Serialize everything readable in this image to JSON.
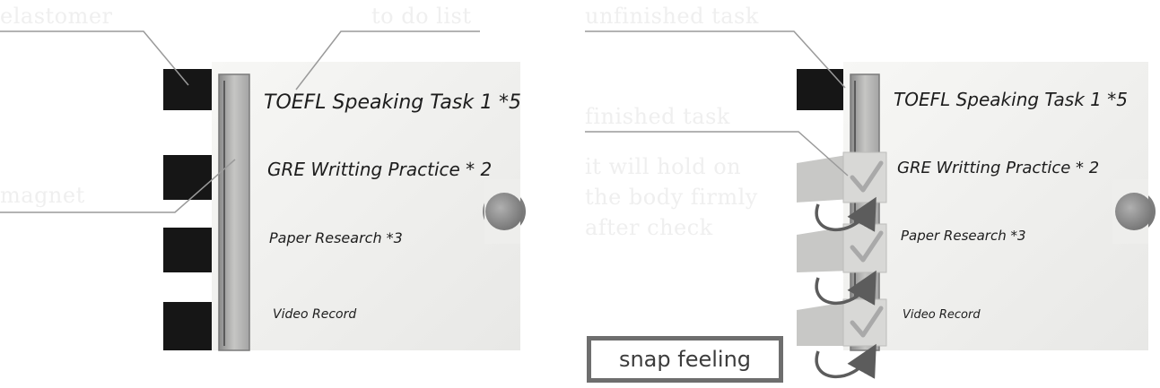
{
  "left_panel": {
    "callouts": {
      "top_left": "elastomer",
      "top_right": "to do list",
      "middle_left": "magnet"
    },
    "tasks": [
      "TOEFL Speaking Task 1 *5",
      "GRE Writting Practice * 2",
      "Paper Research *3",
      "Video Record"
    ]
  },
  "right_panel": {
    "callouts": {
      "top": "unfinished task",
      "middle": "finished task",
      "middle_desc_1": "it will hold on",
      "middle_desc_2": "the body firmly",
      "middle_desc_3": "after check"
    },
    "tasks": [
      "TOEFL Speaking Task 1 *5",
      "GRE Writting Practice * 2",
      "Paper Research *3",
      "Video Record"
    ],
    "snap_label": "snap feeling"
  },
  "colors": {
    "paper": "#f0f0ee",
    "tab": "#161616",
    "flap": "#c8c8c6",
    "check": "#a9a9a9",
    "arrow": "#5c5c5c",
    "magnet": "#8f8f8f"
  }
}
